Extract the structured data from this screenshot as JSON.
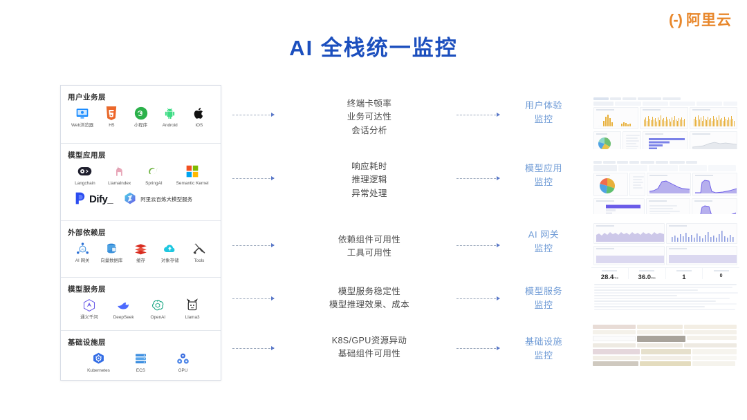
{
  "brand": {
    "logo_mark": "(-)",
    "logo_text": "阿里云"
  },
  "page_title": "AI 全栈统一监控",
  "accent_blue": "#1C4FBE",
  "label_blue": "#6f9bd6",
  "brand_orange": "#E8872B",
  "stack": {
    "layers": [
      {
        "title": "用户业务层",
        "items": [
          {
            "label": "Web浏览器",
            "icon": "monitor-icon"
          },
          {
            "label": "H5",
            "icon": "html5-icon"
          },
          {
            "label": "小程序",
            "icon": "wechat-miniprogram-icon"
          },
          {
            "label": "Android",
            "icon": "android-icon"
          },
          {
            "label": "iOS",
            "icon": "apple-icon"
          }
        ]
      },
      {
        "title": "模型应用层",
        "items": [
          {
            "label": "Langchain",
            "icon": "langchain-icon"
          },
          {
            "label": "LlamaIndex",
            "icon": "llamaindex-icon"
          },
          {
            "label": "SpringAI",
            "icon": "spring-icon"
          },
          {
            "label": "Semantic Kernel",
            "icon": "microsoft-icon"
          }
        ],
        "extra": [
          {
            "label": "Dify_",
            "icon": "dify-icon"
          },
          {
            "label": "阿里云百炼大模型服务",
            "icon": "bailian-icon"
          }
        ]
      },
      {
        "title": "外部依赖层",
        "items": [
          {
            "label": "AI 网关",
            "icon": "ai-gateway-icon"
          },
          {
            "label": "向量数据库",
            "icon": "database-icon"
          },
          {
            "label": "缓存",
            "icon": "redis-icon"
          },
          {
            "label": "对象存储",
            "icon": "cloud-storage-icon"
          },
          {
            "label": "Tools",
            "icon": "tools-icon"
          }
        ]
      },
      {
        "title": "模型服务层",
        "items": [
          {
            "label": "通义千问",
            "icon": "tongyi-qianwen-icon"
          },
          {
            "label": "DeepSeek",
            "icon": "deepseek-whale-icon"
          },
          {
            "label": "OpenAI",
            "icon": "openai-icon"
          },
          {
            "label": "Llama3",
            "icon": "llama-icon"
          }
        ]
      },
      {
        "title": "基础设施层",
        "items": [
          {
            "label": "Kubernetes",
            "icon": "kubernetes-icon"
          },
          {
            "label": "ECS",
            "icon": "server-icon"
          },
          {
            "label": "GPU",
            "icon": "gpu-icon"
          }
        ]
      }
    ]
  },
  "rows": [
    {
      "metrics": "终端卡顿率\n业务可达性\n会话分析",
      "target": "用户体验\n监控"
    },
    {
      "metrics": "响应耗时\n推理逻辑\n异常处理",
      "target": "模型应用\n监控"
    },
    {
      "metrics": "依赖组件可用性\n工具可用性",
      "target": "AI 网关\n监控"
    },
    {
      "metrics": "模型服务稳定性\n模型推理效果、成本",
      "target": "模型服务\n监控"
    },
    {
      "metrics": "K8S/GPU资源异动\n基础组件可用性",
      "target": "基础设施\n监控"
    }
  ],
  "dashboards": [
    {
      "name": "user-experience-dashboard",
      "theme": "gold"
    },
    {
      "name": "model-application-dashboard",
      "theme": "purple"
    },
    {
      "name": "ai-gateway-dashboard",
      "theme": "indigo",
      "stats": [
        {
          "value": "28.4",
          "unit": "ms"
        },
        {
          "value": "36.0",
          "unit": "ms"
        },
        {
          "value": "1",
          "unit": ""
        },
        {
          "value": "0",
          "unit": ""
        }
      ]
    },
    {
      "name": "model-service-dashboard",
      "theme": "grey"
    },
    {
      "name": "infrastructure-dashboard",
      "theme": "sand"
    }
  ]
}
